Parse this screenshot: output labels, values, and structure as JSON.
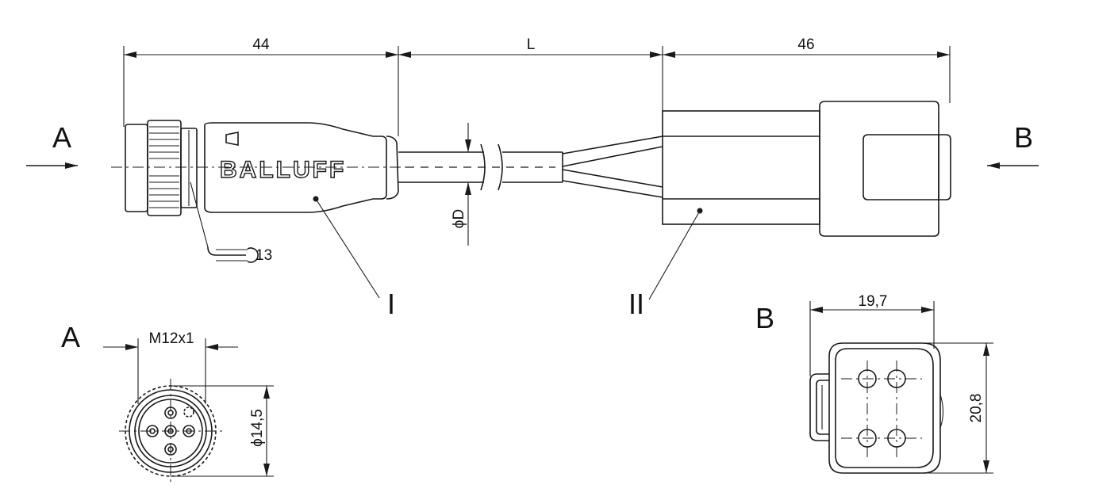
{
  "dimensions": {
    "left_length": "44",
    "cable_length": "L",
    "right_length": "46",
    "cable_diameter": "ϕD",
    "wrench_size": "13",
    "thread": "M12x1",
    "m12_diameter": "ϕ14,5",
    "dt_width": "19,7",
    "dt_height": "20,8"
  },
  "views": {
    "left_arrow": "A",
    "right_arrow": "B",
    "m12_end_view": "A",
    "dt_end_view": "B"
  },
  "positions": {
    "connector_1": "I",
    "connector_2": "II"
  },
  "brand_logo": "BALLUFF",
  "colors": {
    "line": "#1a1a1a",
    "background": "#ffffff"
  }
}
